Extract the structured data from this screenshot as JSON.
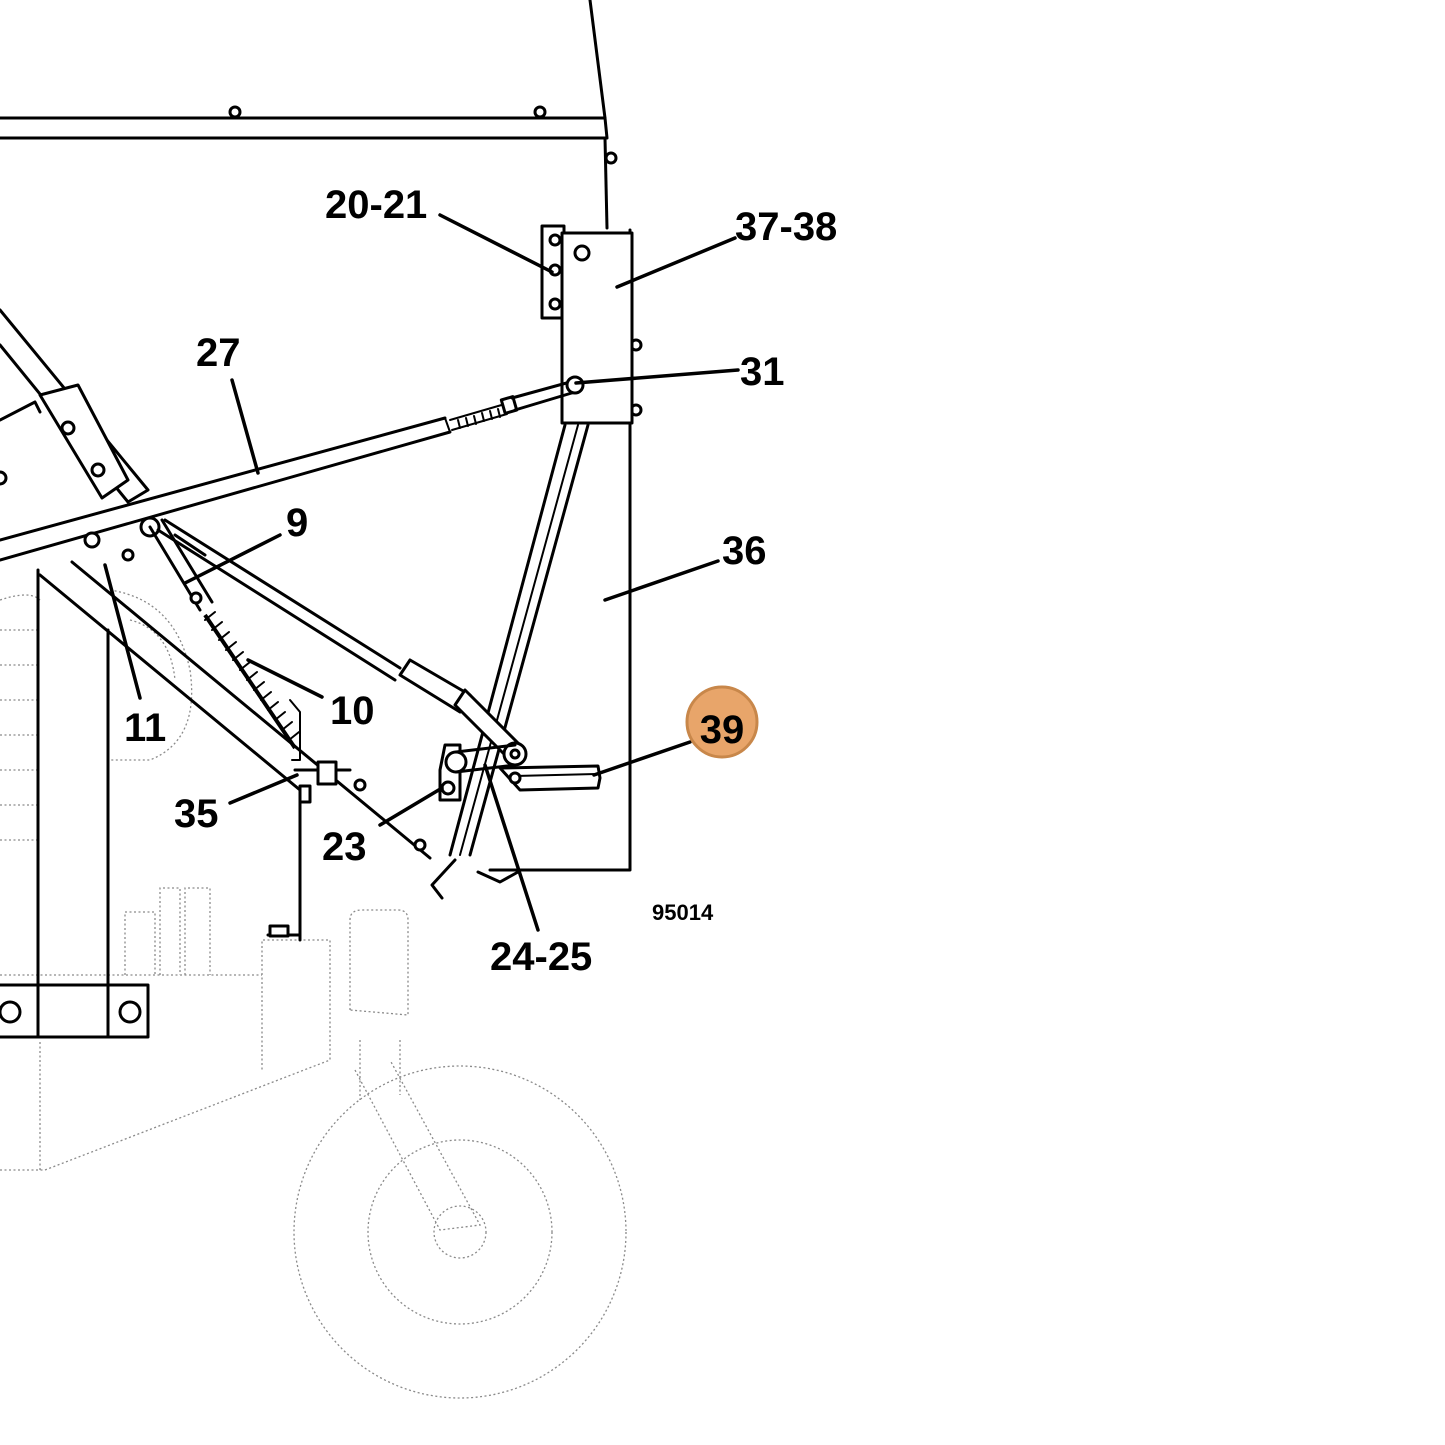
{
  "callouts": [
    {
      "id": "20-21",
      "label": "20-21"
    },
    {
      "id": "37-38",
      "label": "37-38"
    },
    {
      "id": "27",
      "label": "27"
    },
    {
      "id": "31",
      "label": "31"
    },
    {
      "id": "9",
      "label": "9"
    },
    {
      "id": "36",
      "label": "36"
    },
    {
      "id": "10",
      "label": "10"
    },
    {
      "id": "11",
      "label": "11"
    },
    {
      "id": "39",
      "label": "39",
      "highlighted": true
    },
    {
      "id": "35",
      "label": "35"
    },
    {
      "id": "23",
      "label": "23"
    },
    {
      "id": "24-25",
      "label": "24-25"
    }
  ],
  "drawing_number": "95014",
  "highlight_color": "#E8A56A",
  "highlight_border_color": "#C8874A",
  "highlight_text_color": "#5A3510"
}
